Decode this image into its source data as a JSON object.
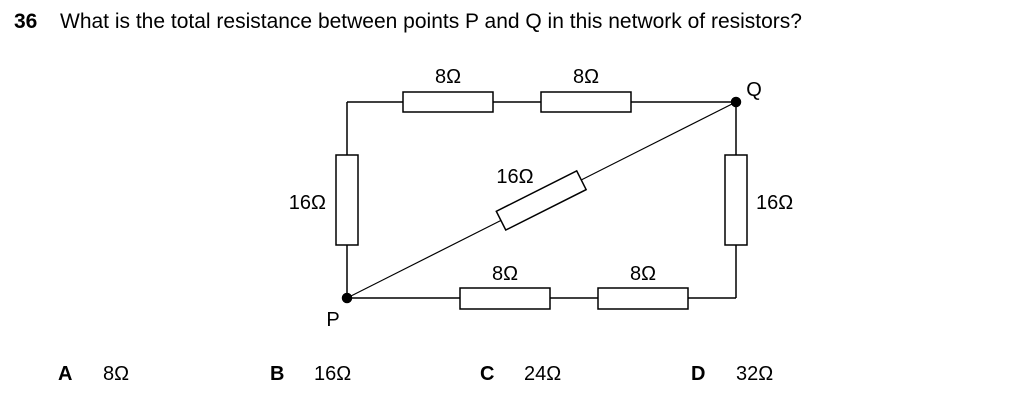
{
  "question": {
    "number": "36",
    "text": "What is the total resistance between points P and Q in this network of resistors?"
  },
  "circuit": {
    "nodes": {
      "p": "P",
      "q": "Q"
    },
    "resistors": {
      "top_left": "8Ω",
      "top_right": "8Ω",
      "left": "16Ω",
      "right": "16Ω",
      "diagonal": "16Ω",
      "bottom_left": "8Ω",
      "bottom_right": "8Ω"
    }
  },
  "options": [
    {
      "letter": "A",
      "value": "8Ω"
    },
    {
      "letter": "B",
      "value": "16Ω"
    },
    {
      "letter": "C",
      "value": "24Ω"
    },
    {
      "letter": "D",
      "value": "32Ω"
    }
  ]
}
